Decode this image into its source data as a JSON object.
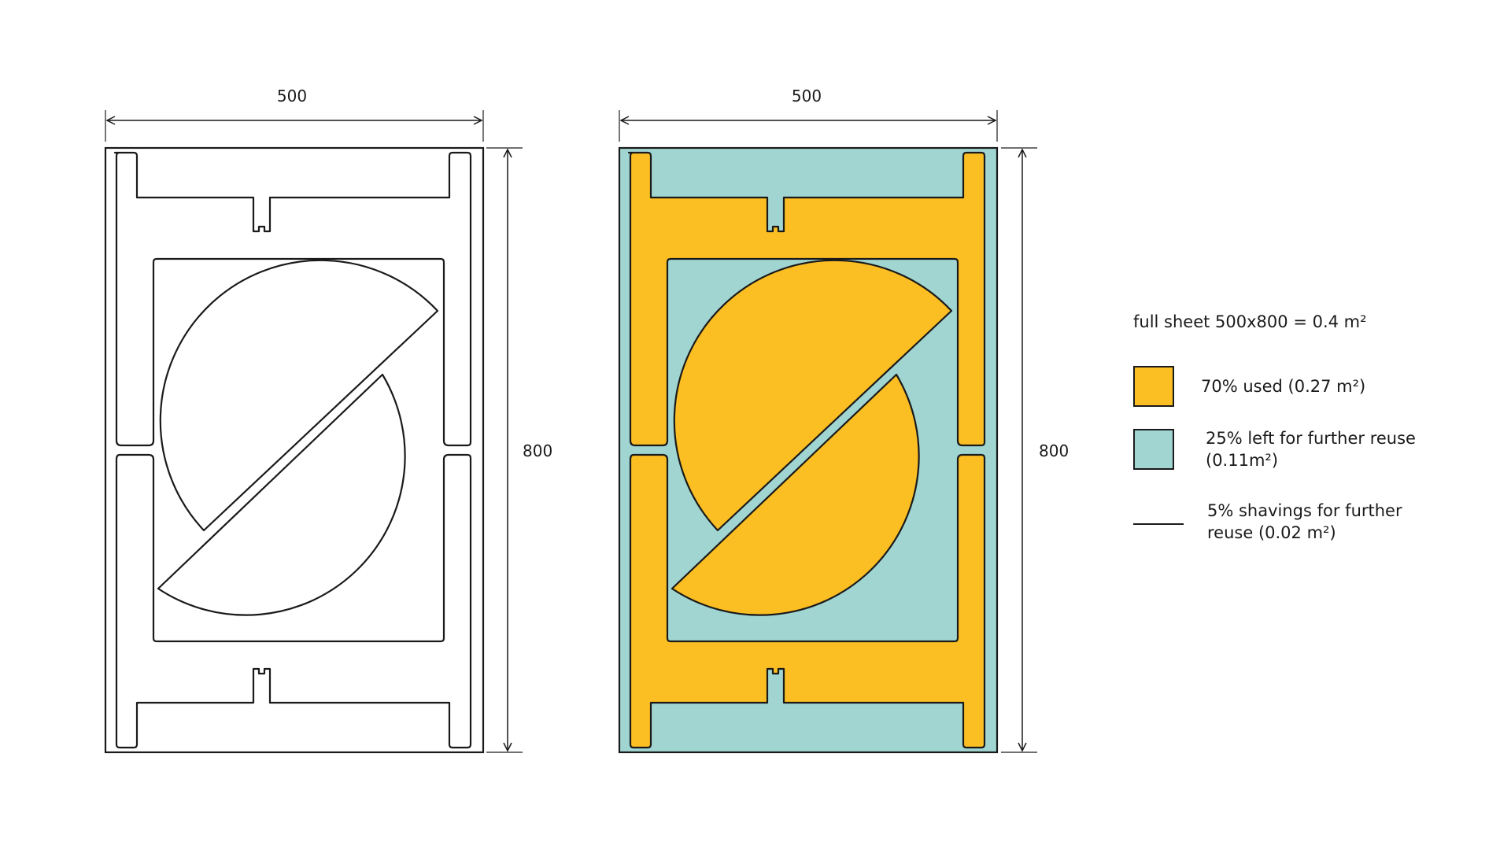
{
  "colors": {
    "outline": "#1a1a1a",
    "used": "#FBBE23",
    "reuse": "#A0D5D1",
    "background": "#FFFFFF"
  },
  "left_panel": {
    "width_label": "500",
    "height_label": "800"
  },
  "right_panel": {
    "width_label": "500",
    "height_label": "800"
  },
  "legend": {
    "title": "full sheet 500x800 = 0.4 m²",
    "items": [
      {
        "swatch": "used",
        "label": "70% used (0.27 m²)"
      },
      {
        "swatch": "reuse",
        "label": "25% left for further reuse (0.11m²)"
      },
      {
        "swatch": "line",
        "label": "5% shavings for further reuse (0.02 m²)"
      }
    ]
  }
}
